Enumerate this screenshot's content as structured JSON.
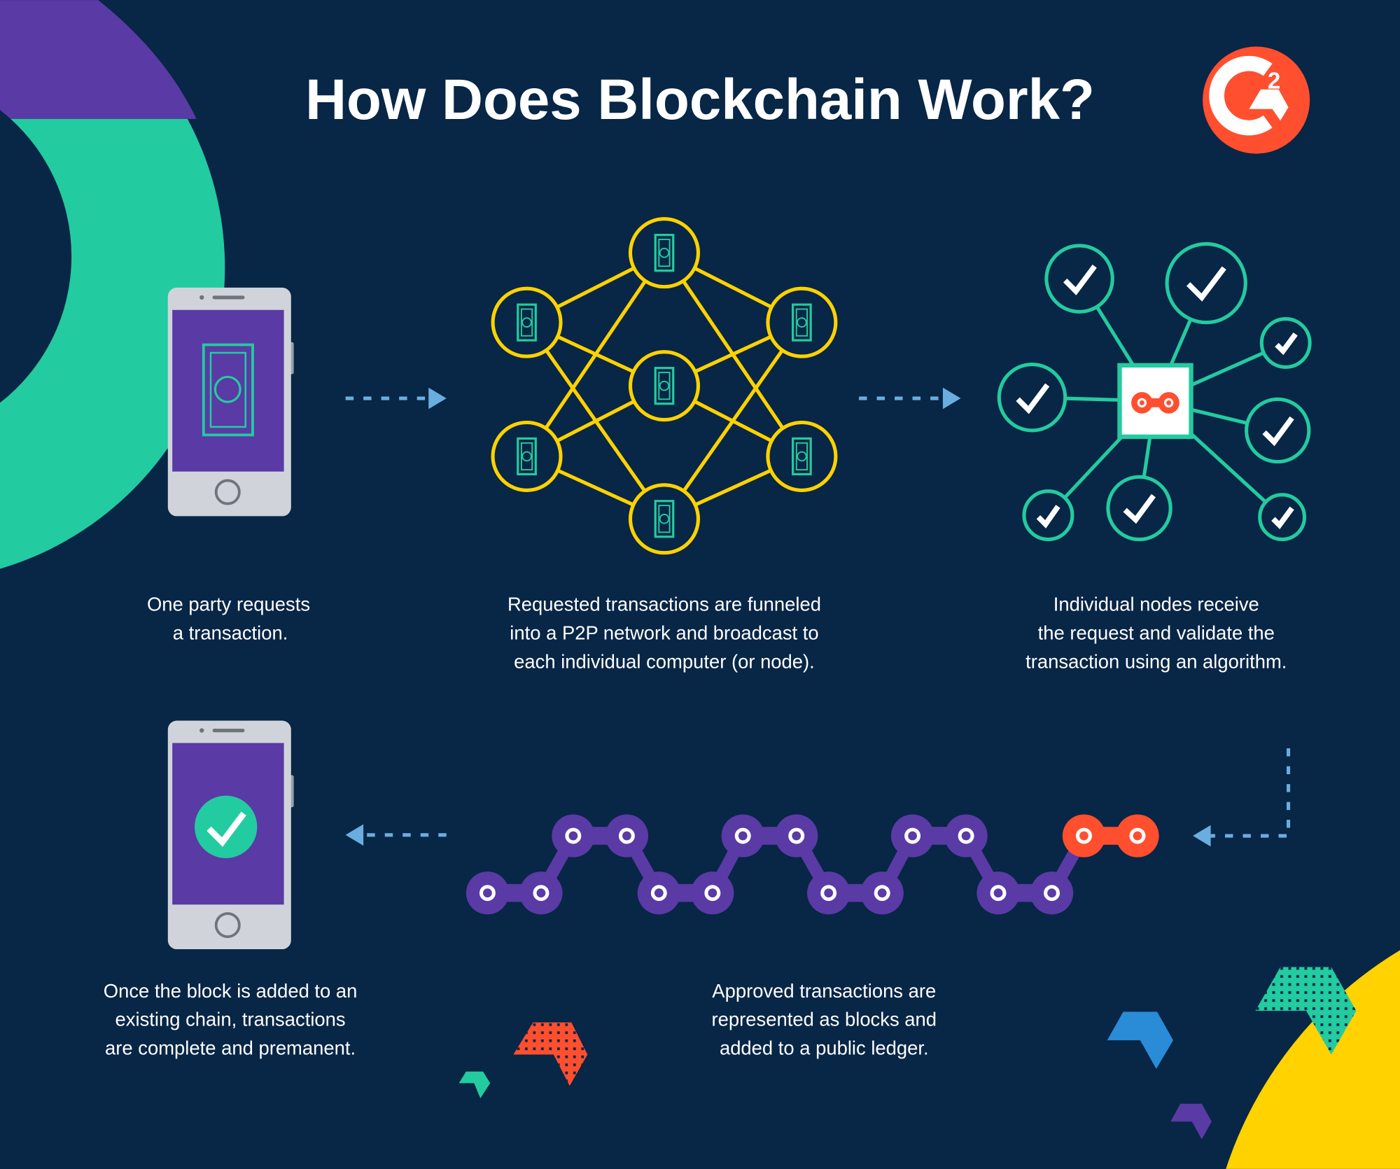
{
  "title": "How Does Blockchain Work?",
  "logo": {
    "text": "G2"
  },
  "colors": {
    "background": "#082646",
    "green": "#23cba0",
    "purple": "#5a3aa5",
    "yellow": "#ffd200",
    "red": "#ff4f2e",
    "arrow": "#6aaee0"
  },
  "steps": [
    {
      "lines": [
        "One party requests",
        "a transaction."
      ]
    },
    {
      "lines": [
        "Requested transactions are funneled",
        "into a P2P network and broadcast to",
        "each individual computer (or node)."
      ]
    },
    {
      "lines": [
        "Individual nodes receive",
        "the request and validate the",
        "transaction using an algorithm."
      ]
    },
    {
      "lines": [
        "Approved transactions are",
        "represented as blocks and",
        "added to a public ledger."
      ]
    },
    {
      "lines": [
        "Once the block is added to an",
        "existing chain, transactions",
        "are complete and premanent."
      ]
    }
  ]
}
